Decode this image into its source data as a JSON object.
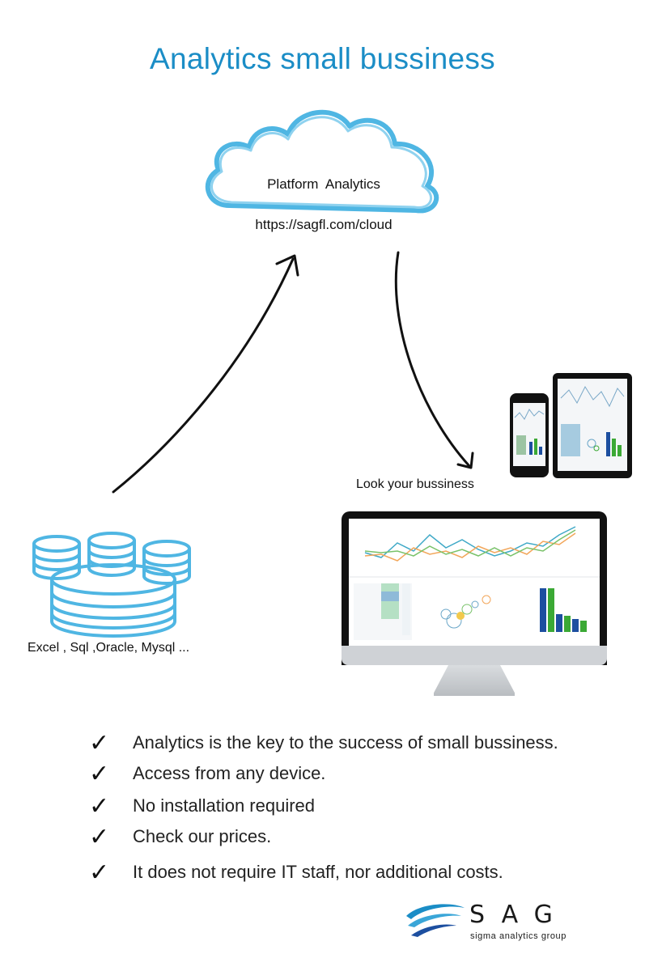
{
  "title": "Analytics small bussiness",
  "cloud": {
    "label": "Platform  Analytics",
    "url": "https://sagfl.com/cloud"
  },
  "sources_caption": "Excel , Sql ,Oracle, Mysql ...",
  "devices_caption": "Look your bussiness",
  "checklist": [
    "Analytics is the key to the success of small bussiness.",
    "Access from any device.",
    "No installation required",
    "Check our prices.",
    "It does not require IT staff, nor additional costs."
  ],
  "logo": {
    "name": "SAG",
    "tagline": "sigma analytics group"
  },
  "colors": {
    "title": "#1b8dc6",
    "cloud": "#4fb6e3",
    "database": "#4fb6e3",
    "arrow": "#111111",
    "accent_green": "#3ba935",
    "accent_blue": "#1d4fa0"
  }
}
